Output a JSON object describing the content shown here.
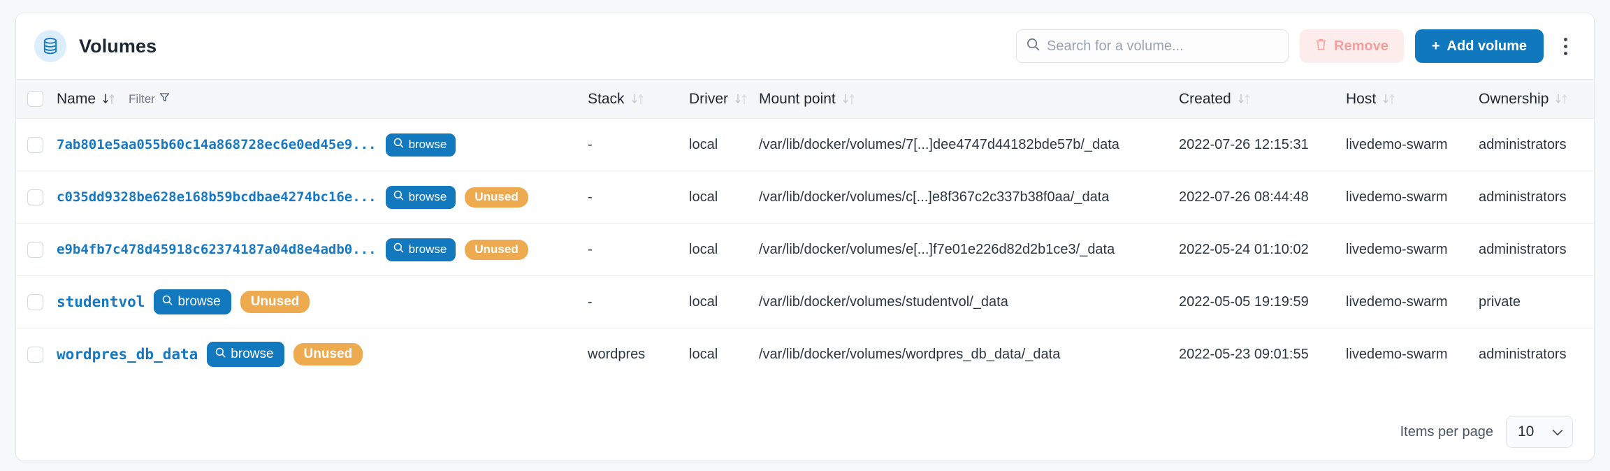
{
  "header": {
    "title": "Volumes",
    "icon": "database-icon",
    "icon_bg": "#dceefc",
    "icon_color": "#1a7cc0"
  },
  "search": {
    "placeholder": "Search for a volume...",
    "value": "",
    "icon": "search-icon"
  },
  "toolbar": {
    "remove_label": "Remove",
    "remove_icon": "trash-icon",
    "add_label": "+ Add volume",
    "add_plus": "+",
    "add_text": "Add volume",
    "menu_icon": "kebab-menu-icon",
    "accent_blue": "#1078bd",
    "remove_bg": "#fdecec",
    "remove_fg": "#f2a0a0"
  },
  "table": {
    "columns": [
      {
        "key": "name",
        "label": "Name",
        "sortable": true,
        "sort_active": "desc",
        "filter_label": "Filter"
      },
      {
        "key": "stack",
        "label": "Stack",
        "sortable": true
      },
      {
        "key": "driver",
        "label": "Driver",
        "sortable": true
      },
      {
        "key": "mount",
        "label": "Mount point",
        "sortable": true
      },
      {
        "key": "created",
        "label": "Created",
        "sortable": true
      },
      {
        "key": "host",
        "label": "Host",
        "sortable": true
      },
      {
        "key": "ownership",
        "label": "Ownership",
        "sortable": true
      }
    ],
    "browse_label": "browse",
    "unused_label": "Unused",
    "rows": [
      {
        "name": "7ab801e5aa055b60c14a868728ec6e0ed45e9...",
        "unused": false,
        "stack": "-",
        "driver": "local",
        "mount": "/var/lib/docker/volumes/7[...]dee4747d44182bde57b/_data",
        "created": "2022-07-26 12:15:31",
        "host": "livedemo-swarm",
        "ownership": "administrators",
        "large": false
      },
      {
        "name": "c035dd9328be628e168b59bcdbae4274bc16e...",
        "unused": true,
        "stack": "-",
        "driver": "local",
        "mount": "/var/lib/docker/volumes/c[...]e8f367c2c337b38f0aa/_data",
        "created": "2022-07-26 08:44:48",
        "host": "livedemo-swarm",
        "ownership": "administrators",
        "large": false
      },
      {
        "name": "e9b4fb7c478d45918c62374187a04d8e4adb0...",
        "unused": true,
        "stack": "-",
        "driver": "local",
        "mount": "/var/lib/docker/volumes/e[...]f7e01e226d82d2b1ce3/_data",
        "created": "2022-05-24 01:10:02",
        "host": "livedemo-swarm",
        "ownership": "administrators",
        "large": false
      },
      {
        "name": "studentvol",
        "unused": true,
        "stack": "-",
        "driver": "local",
        "mount": "/var/lib/docker/volumes/studentvol/_data",
        "created": "2022-05-05 19:19:59",
        "host": "livedemo-swarm",
        "ownership": "private",
        "large": true
      },
      {
        "name": "wordpres_db_data",
        "unused": true,
        "stack": "wordpres",
        "driver": "local",
        "mount": "/var/lib/docker/volumes/wordpres_db_data/_data",
        "created": "2022-05-23 09:01:55",
        "host": "livedemo-swarm",
        "ownership": "administrators",
        "large": true
      }
    ]
  },
  "footer": {
    "items_per_page_label": "Items per page",
    "items_per_page_value": "10",
    "chevron_icon": "chevron-down-icon"
  }
}
